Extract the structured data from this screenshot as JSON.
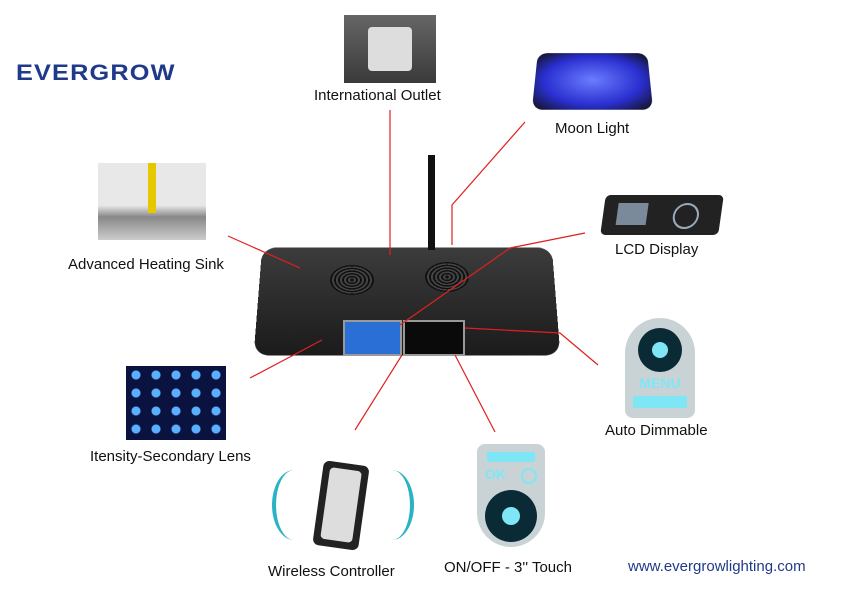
{
  "brand": "EVERGROW",
  "website": "www.evergrowlighting.com",
  "labels": {
    "outlet": "International Outlet",
    "moon": "Moon Light",
    "lcd": "LCD Display",
    "heatsink": "Advanced Heating Sink",
    "dimmable": "Auto Dimmable",
    "lens": "Itensity-Secondary Lens",
    "remote": "Wireless Controller",
    "touch": "ON/OFF - 3'' Touch"
  },
  "panel_text": {
    "menu": "MENU",
    "ok": "OK"
  },
  "colors": {
    "brand": "#1f3a8a",
    "leader": "#e02020",
    "led": "#3a4cff",
    "glow": "#7fe6f5"
  }
}
